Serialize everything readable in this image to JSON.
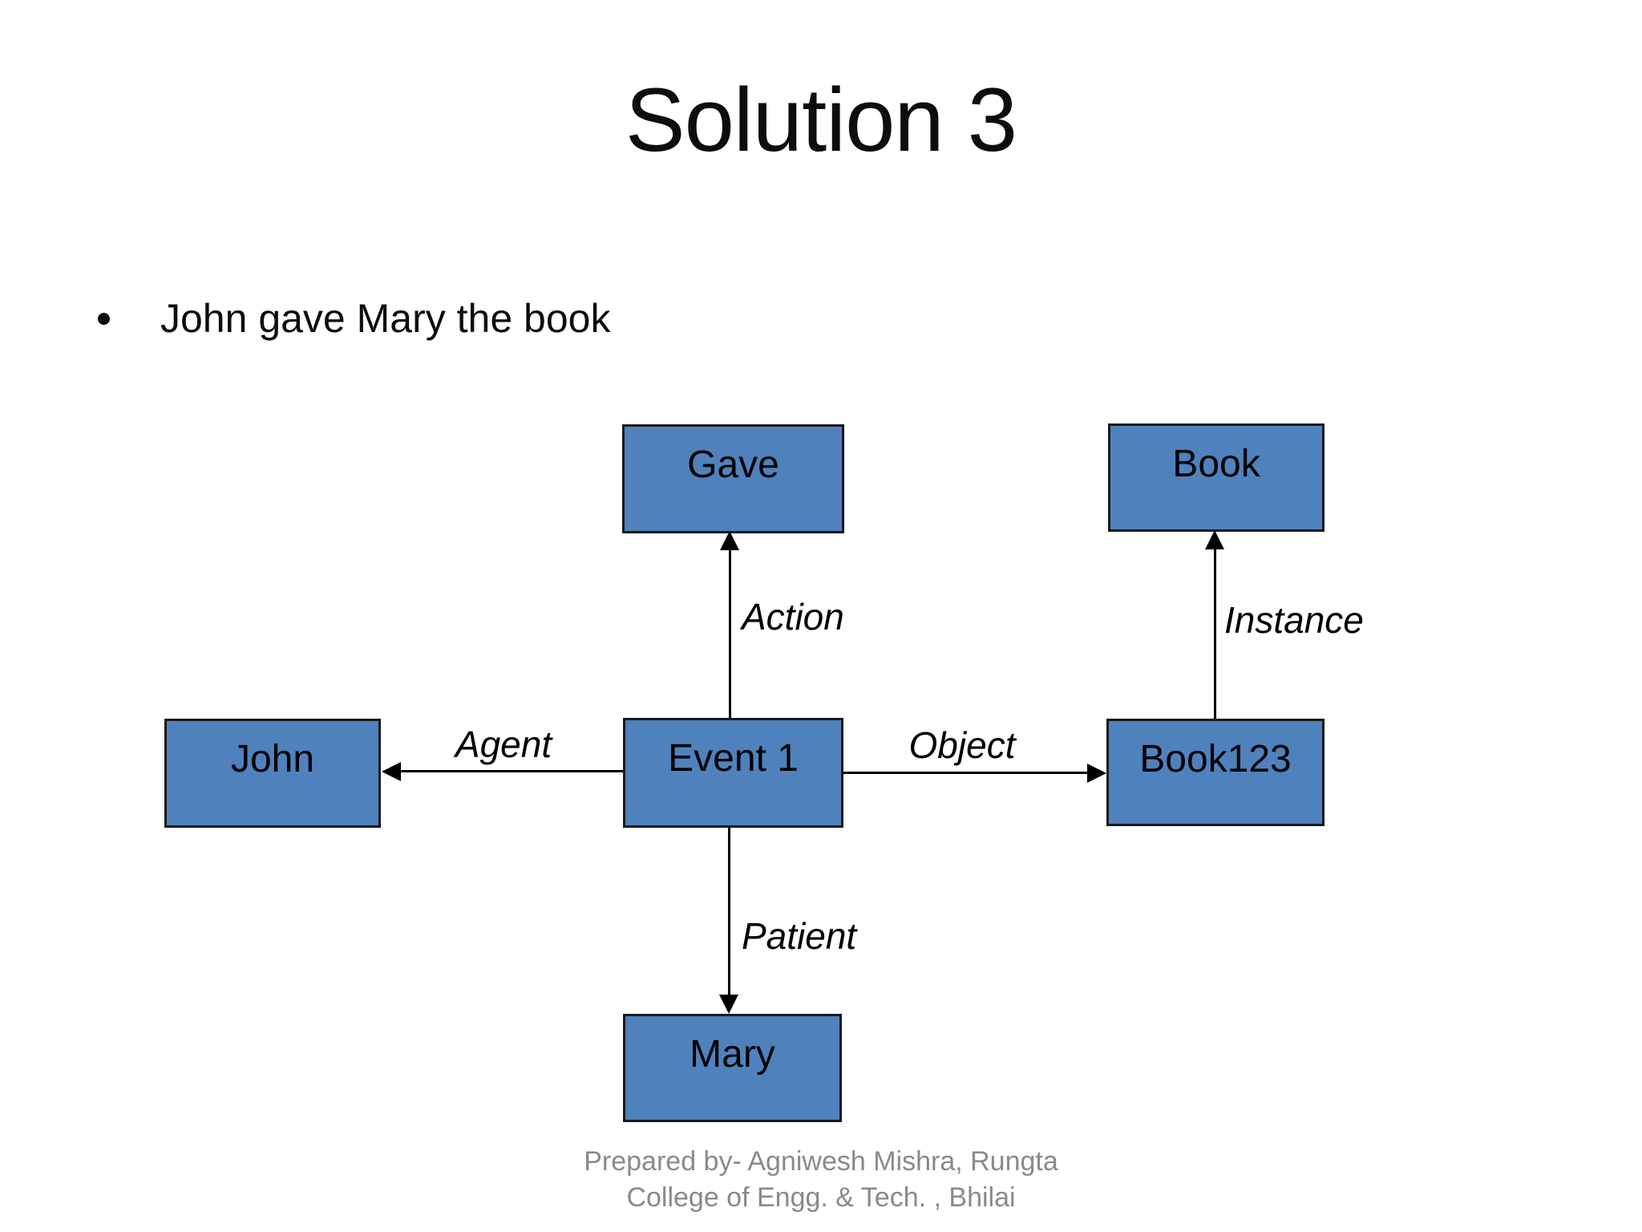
{
  "slide": {
    "title": "Solution 3",
    "bullet": "John gave Mary the book"
  },
  "diagram": {
    "nodes": {
      "gave": {
        "label": "Gave"
      },
      "book": {
        "label": "Book"
      },
      "john": {
        "label": "John"
      },
      "event1": {
        "label": "Event 1"
      },
      "book123": {
        "label": "Book123"
      },
      "mary": {
        "label": "Mary"
      }
    },
    "edges": {
      "action": {
        "label": "Action",
        "from": "event1",
        "to": "gave"
      },
      "instance": {
        "label": "Instance",
        "from": "book123",
        "to": "book"
      },
      "agent": {
        "label": "Agent",
        "from": "event1",
        "to": "john"
      },
      "object": {
        "label": "Object",
        "from": "event1",
        "to": "book123"
      },
      "patient": {
        "label": "Patient",
        "from": "event1",
        "to": "mary"
      }
    }
  },
  "footer": {
    "line1": "Prepared by- Agniwesh Mishra, Rungta",
    "line2": "College of Engg. & Tech. , Bhilai"
  },
  "colors": {
    "box_fill": "#4f81bd",
    "box_border": "#1a1a1a",
    "line": "#000000",
    "text": "#0d0d0d",
    "footer_text": "#8a8a8a"
  }
}
